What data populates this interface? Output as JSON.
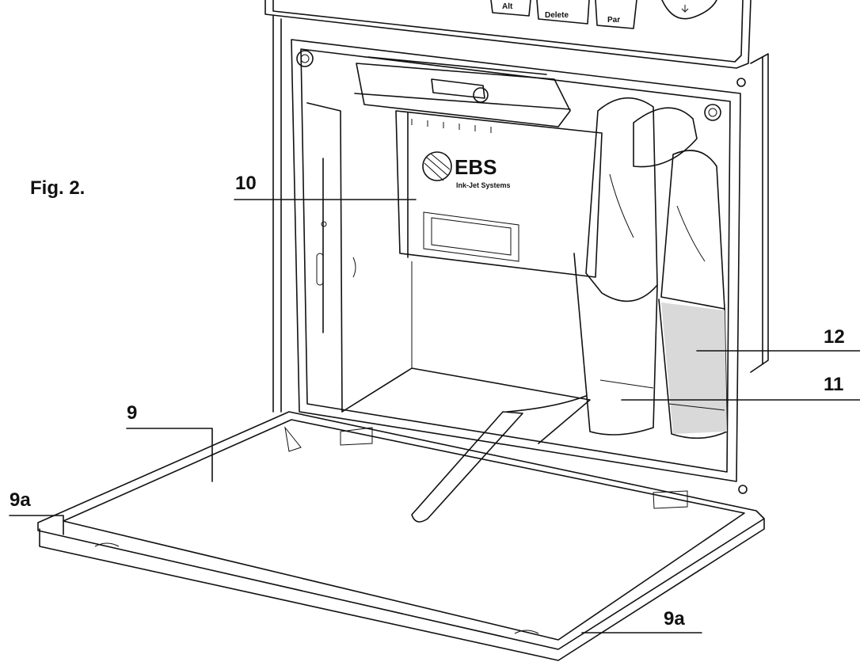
{
  "figure": {
    "title": "Fig. 2.",
    "callouts": [
      {
        "id": "10",
        "text": "10"
      },
      {
        "id": "9",
        "text": "9"
      },
      {
        "id": "9a-left",
        "text": "9a"
      },
      {
        "id": "9a-right",
        "text": "9a"
      },
      {
        "id": "12",
        "text": "12"
      },
      {
        "id": "11",
        "text": "11"
      }
    ],
    "keypad": {
      "key1": "Alt",
      "key2": "Delete",
      "key3": "Par"
    },
    "logo": {
      "brand": "EBS",
      "tagline": "Ink-Jet Systems"
    }
  }
}
